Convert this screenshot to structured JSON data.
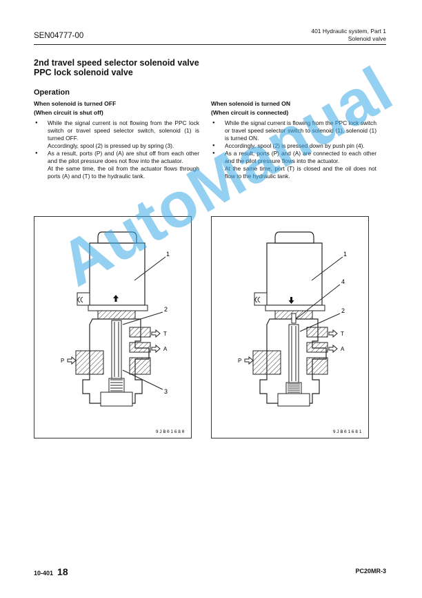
{
  "header": {
    "doc_code": "SEN04777-00",
    "section": "401 Hydraulic system, Part 1",
    "subsection": "Solenoid valve"
  },
  "title": {
    "line1": "2nd travel speed selector solenoid valve",
    "line2": "PPC lock solenoid valve"
  },
  "operation_heading": "Operation",
  "left_col": {
    "heading1": "When solenoid is turned OFF",
    "heading2": "(When circuit is shut off)",
    "b1_p1": "While the signal current is not flowing from the PPC lock switch or travel speed selector switch, solenoid (1) is turned OFF.",
    "b1_p2": "Accordingly, spool (2) is pressed up by spring (3).",
    "b2_p1": "As a result, ports (P) and (A) are shut off from each other and the pilot pressure does not flow into the actuator.",
    "b2_p2": "At the same time, the oil from the actuator flows through ports (A) and (T) to the hydraulic tank."
  },
  "right_col": {
    "heading1": "When solenoid is turned ON",
    "heading2": "(When circuit is connected)",
    "b1": "While the signal current is flowing from the PPC lock switch or travel speed selector switch to solenoid (1), solenoid (1) is turned ON.",
    "b2": "Accordingly, spool (2) is pressed down by push pin (4).",
    "b3_p1": "As a result, ports (P) and (A) are connected to each other and the pilot pressure flows into the actuator.",
    "b3_p2": "At the same time, port (T) is closed and the oil does not flow to the hydraulic tank."
  },
  "figures": {
    "left": {
      "code": "9JB01680",
      "labels": {
        "n1": "1",
        "n2": "2",
        "n3": "3",
        "T": "T",
        "A": "A",
        "P": "P"
      }
    },
    "right": {
      "code": "9JB01681",
      "labels": {
        "n1": "1",
        "n4": "4",
        "n2": "2",
        "T": "T",
        "A": "A",
        "P": "P"
      }
    }
  },
  "watermark": "AutoManual",
  "footer": {
    "section_code": "10-401",
    "page": "18",
    "model": "PC20MR-3"
  }
}
